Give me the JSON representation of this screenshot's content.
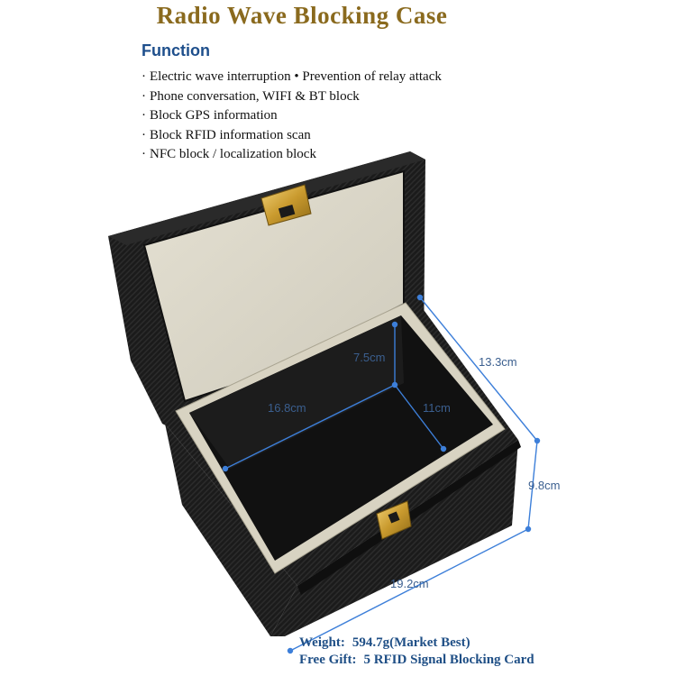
{
  "title": "Radio Wave Blocking Case",
  "function": {
    "heading": "Function",
    "items": [
      "Electric wave interruption • Prevention of relay attack",
      "Phone conversation, WIFI & BT block",
      "Block GPS information",
      "Block RFID information scan",
      "NFC block / localization block"
    ]
  },
  "dimensions": {
    "inner_depth": "7.5cm",
    "inner_length": "16.8cm",
    "inner_width": "11cm",
    "outer_width": "13.3cm",
    "outer_height": "9.8cm",
    "outer_length": "19.2cm"
  },
  "footer": {
    "weight_label": "Weight:",
    "weight_value": "594.7g(Market Best)",
    "gift_label": "Free Gift:",
    "gift_value": "5 RFID Signal Blocking Card"
  },
  "colors": {
    "title": "#8a6a1e",
    "heading": "#1e4f8c",
    "dimension_lines": "#3d7fd9",
    "footer": "#1f4f86"
  }
}
